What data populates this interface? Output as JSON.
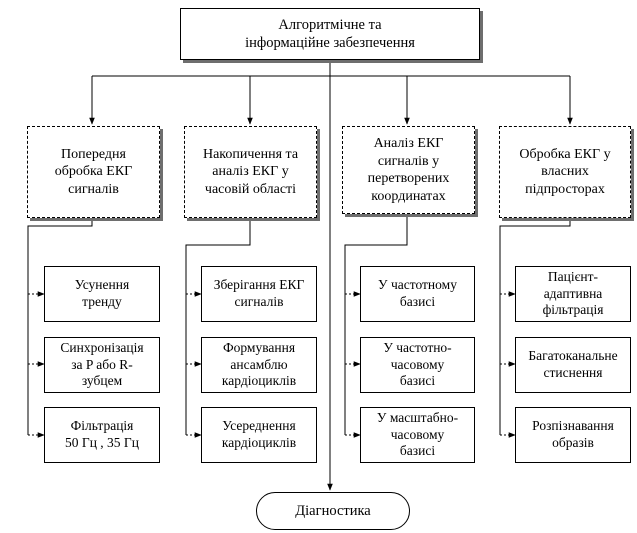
{
  "root": {
    "label": "Алгоритмічне та\nінформаційне забезпечення"
  },
  "categories": [
    {
      "label": "Попередня\nобробка ЕКГ\nсигналів",
      "items": [
        "Усунення\nтренду",
        "Синхронізація\nза P або  R-\nзубцем",
        "Фільтрація\n50 Гц , 35 Гц"
      ]
    },
    {
      "label": "Накопичення та\nаналіз ЕКГ у\nчасовій області",
      "items": [
        "Зберігання ЕКГ\nсигналів",
        "Формування\nансамблю\nкардіоциклів",
        "Усереднення\nкардіоциклів"
      ]
    },
    {
      "label": "Аналіз ЕКГ\nсигналів у\nперетворених\nкоординатах",
      "items": [
        "У частотному\nбазисі",
        "У частотно-\nчасовому\nбазисі",
        "У масштабно-\nчасовому\nбазисі"
      ]
    },
    {
      "label": "Обробка ЕКГ у\nвласних\nпідпросторах",
      "items": [
        "Пацієнт-\nадаптивна\nфільтрація",
        "Багатоканальне\nстиснення",
        "Розпізнавання\nобразів"
      ]
    }
  ],
  "bottom": {
    "label": "Діагностика"
  }
}
